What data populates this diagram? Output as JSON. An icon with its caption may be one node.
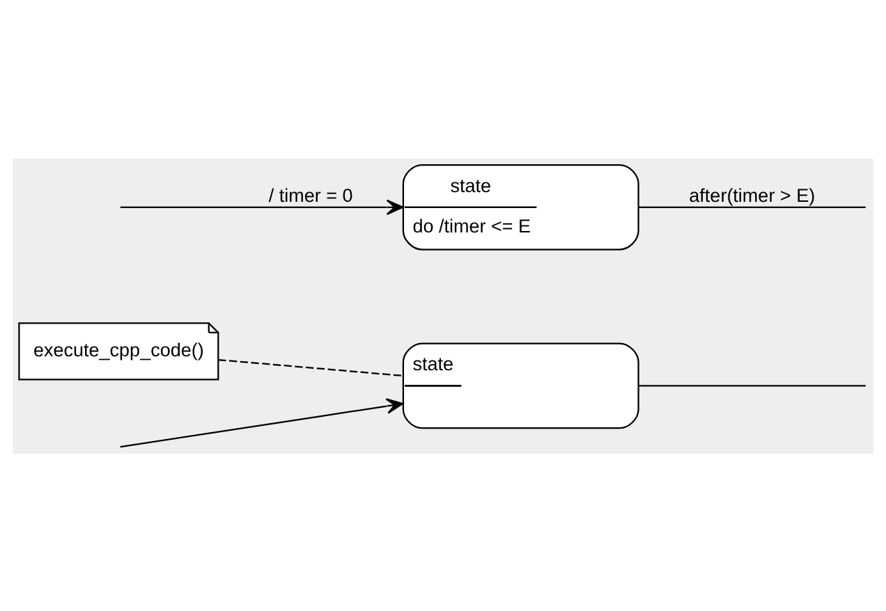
{
  "diagram": {
    "nodes": [
      {
        "text": [
          "execute_cpp_code()"
        ]
      },
      {
        "text": [
          "state"
        ]
      },
      {
        "text": [
          "state",
          "do /timer <= E"
        ]
      }
    ],
    "edges": [
      {
        "from": 0,
        "to": 1,
        "arrow": "none",
        "style": "dashed"
      },
      {
        "from": null,
        "to": 1,
        "arrow": "to"
      },
      {
        "from": 1,
        "to": null,
        "arrow": "none"
      },
      {
        "from": null,
        "to": 2,
        "arrow": "to",
        "label": "/ timer = 0"
      },
      {
        "from": 2,
        "to": null,
        "arrow": "none",
        "label": "after(timer > E)"
      }
    ]
  }
}
